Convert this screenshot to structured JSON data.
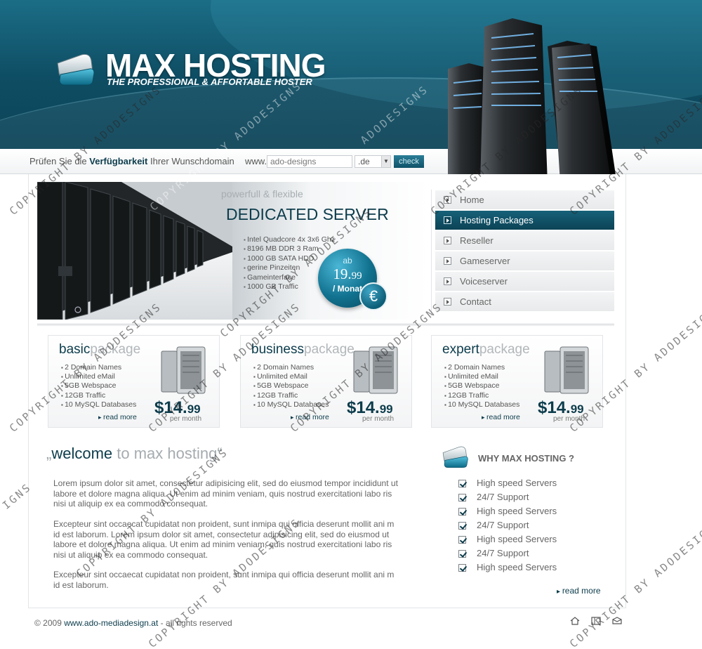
{
  "brand": {
    "title": "MAX HOSTING",
    "subtitle": "THE PROFESSIONAL & AFFORTABLE HOSTER"
  },
  "domain_check": {
    "text_before": "Prüfen Sie die ",
    "text_bold": "Verfügbarkeit",
    "text_after": " Ihrer Wunschdomain",
    "www_label": "www.",
    "domain_value": "ado-designs",
    "tld_value": ".de",
    "check_label": "check"
  },
  "hero": {
    "subtitle": "powerfull & flexible",
    "title": "DEDICATED SERVER",
    "specs": [
      "Intel Quadcore 4x 3x6 Ghz",
      "8196 MB DDR 3 Ram",
      "1000 GB SATA HDD",
      "gerine Pinzeiten",
      "Gameinterface",
      "1000 GB Traffic"
    ],
    "price_ab": "ab",
    "price_main": "19.",
    "price_cents": "99",
    "price_unit": "/ Monat",
    "currency_symbol": "€"
  },
  "nav": {
    "items": [
      {
        "label": "Home",
        "active": false
      },
      {
        "label": "Hosting Packages",
        "active": true
      },
      {
        "label": "Reseller",
        "active": false
      },
      {
        "label": "Gameserver",
        "active": false
      },
      {
        "label": "Voiceserver",
        "active": false
      },
      {
        "label": "Contact",
        "active": false
      }
    ]
  },
  "packages": [
    {
      "name_strong": "basic",
      "name_light": "package",
      "features": [
        "2 Domain Names",
        "Unlimited eMail",
        "5GB Webspace",
        "12GB Traffic",
        "10 MySQL Databases"
      ],
      "price": "$14.",
      "cents": "99",
      "per": "per month",
      "more": "read more"
    },
    {
      "name_strong": "business",
      "name_light": "package",
      "features": [
        "2 Domain Names",
        "Unlimited eMail",
        "5GB Webspace",
        "12GB Traffic",
        "10 MySQL Databases"
      ],
      "price": "$14.",
      "cents": "99",
      "per": "per month",
      "more": "read more"
    },
    {
      "name_strong": "expert",
      "name_light": "package",
      "features": [
        "2 Domain Names",
        "Unlimited eMail",
        "5GB Webspace",
        "12GB Traffic",
        "10 MySQL Databases"
      ],
      "price": "$14.",
      "cents": "99",
      "per": "per month",
      "more": "read more"
    }
  ],
  "welcome": {
    "open_quote": "„",
    "title_strong": "welcome",
    "title_light": " to max hosting",
    "close_quote": "“",
    "paragraphs": [
      "Lorem ipsum dolor sit amet, consectetur adipisicing elit, sed do eiusmod tempor incididunt ut labore et dolore magna aliqua. Ut enim ad minim veniam, quis nostrud exercitationi labo ris nisi ut aliquip ex ea commodo consequat.",
      "Excepteur sint occaecat cupidatat non proident, sunt inmipa qui officia deserunt mollit ani m id est laborum. Lorem ipsum dolor sit amet, consectetur adipisicing elit, sed do eiusmod ut labore et dolore magna aliqua. Ut enim ad minim veniam, quis nostrud exercitationi labo ris nisi ut aliquip ex ea commodo consequat.",
      "Excepteur sint occaecat cupidatat non proident, sunt inmipa qui officia deserunt mollit ani m id est laborum."
    ]
  },
  "why": {
    "title": "WHY MAX HOSTING ?",
    "items": [
      "High speed Servers",
      "24/7 Support",
      "High speed Servers",
      "24/7 Support",
      "High speed Servers",
      "24/7 Support",
      "High speed Servers"
    ],
    "more": "read more"
  },
  "footer": {
    "copyright_prefix": "© 2009 ",
    "link": "www.ado-mediadesign.at",
    "suffix": " - all rights reserved"
  },
  "watermark": {
    "text_long": "COPYRIGHT BY ADODESIGNS",
    "text_short": "ADODESIGNS",
    "text_fragment": "IGNS"
  },
  "colors": {
    "accent_dark": "#0c3c4c",
    "accent_teal": "#166179",
    "header_top": "#1b6d86"
  }
}
